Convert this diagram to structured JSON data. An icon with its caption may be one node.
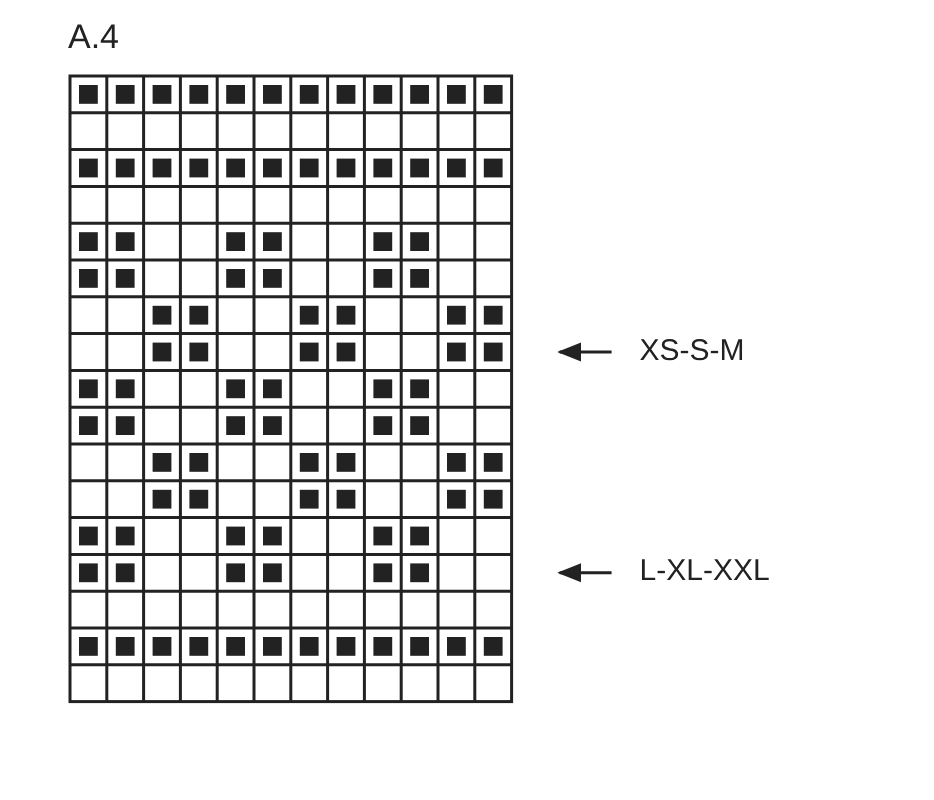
{
  "diagram": {
    "title": "A.4",
    "nodes": [
      {
        "text": [
          "XS-S-M"
        ]
      },
      {
        "text": [
          "L-XL-XXL"
        ]
      }
    ],
    "edges": [
      {
        "from": 0,
        "to": null,
        "arrow": "to"
      },
      {
        "from": 1,
        "to": null,
        "arrow": "to"
      }
    ]
  }
}
